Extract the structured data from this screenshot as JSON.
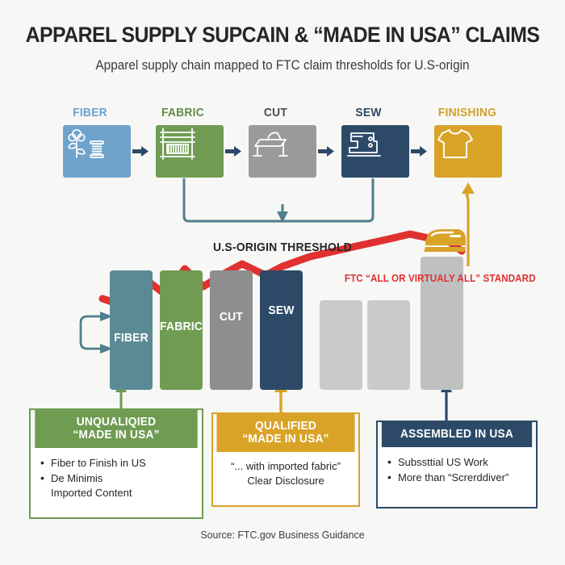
{
  "header": {
    "title": "APPAREL SUPPLY SUPCAIN & “MADE IN USA” CLAIMS",
    "subtitle": "Apparel supply chain mapped to FTC claim thresholds for U.S-origin"
  },
  "supply_chain": {
    "steps": [
      {
        "label": "FIBER",
        "color": "#6fa3cc",
        "icon": "cotton-plant-spool-icon"
      },
      {
        "label": "FABRIC",
        "color": "#6f9c52",
        "icon": "loom-icon"
      },
      {
        "label": "CUT",
        "color": "#9a9a9a",
        "icon": "cutting-table-icon"
      },
      {
        "label": "SEW",
        "color": "#2c4a68",
        "icon": "sewing-machine-icon"
      },
      {
        "label": "FINISHING",
        "color": "#d9a328",
        "icon": "tshirt-icon"
      }
    ],
    "connector_color": "#4f7f8c",
    "finishing_connector_color": "#d9a328"
  },
  "chart_data": {
    "type": "bar",
    "title": "U.S-ORIGIN THRESHOLD",
    "xlabel": "",
    "ylabel": "",
    "grid": false,
    "legend": "none",
    "ylim": [
      0,
      100
    ],
    "categories": [
      "FIBER",
      "FABRIC",
      "CUT",
      "SEW",
      "",
      "",
      ""
    ],
    "values": [
      78,
      78,
      78,
      78,
      65,
      65,
      89
    ],
    "bar_colors": [
      "#5c8a94",
      "#6f9c52",
      "#8e8e8e",
      "#2c4a68",
      "#c9cbcb",
      "#c9cbcb",
      "#bfc1c1"
    ],
    "bar_labels": [
      "FIBER",
      "FABRIC",
      "CUT",
      "SEW",
      "",
      "",
      ""
    ],
    "series": [
      {
        "name": "FTC “ALL OR VIRTUALY ALL” STANDARD",
        "type": "line",
        "color": "#e03030",
        "x": [
          0.0,
          0.35,
          1.0,
          1.5,
          2.0,
          2.5,
          3.0,
          3.6,
          4.3,
          5.0,
          5.6,
          6.2,
          6.8
        ],
        "values": [
          42,
          38,
          56,
          48,
          66,
          53,
          62,
          72,
          76,
          82,
          86,
          83,
          87
        ]
      }
    ],
    "annotations": [
      {
        "text": "FTC “ALL OR VIRTUALY ALL” STANDARD",
        "color": "#e03030"
      },
      {
        "text": "U.S-ORIGIN THRESHOLD",
        "color": "#262626"
      }
    ],
    "icons": [
      {
        "name": "iron-icon",
        "color": "#d9a328",
        "on_bar": 7
      }
    ]
  },
  "callouts": [
    {
      "id": "unqualified",
      "caption": "UNQUALIQIED\n“MADE IN USA”",
      "caption_line1": "UNQUALIQIED",
      "caption_line2": "“MADE IN USA”",
      "color": "#6f9c52",
      "style": "bullets",
      "items": [
        "Fiber to Finish in US",
        "De Minimis\nImported Content"
      ],
      "item1": "Fiber to Finish in US",
      "item2a": "De Minimis",
      "item2b": "Imported Content"
    },
    {
      "id": "qualified",
      "caption_line1": "QUALIFIED",
      "caption_line2": "“MADE IN USA”",
      "color": "#d9a328",
      "style": "centered",
      "line1": "“... with imported fabric”",
      "line2": "Clear Disclosure"
    },
    {
      "id": "assembled",
      "caption_line1": "ASSEMBLED IN USA",
      "color": "#2c4a68",
      "style": "bullets",
      "item1": "Subssttial US Work",
      "item2": "More than “Screrddiver”"
    }
  ],
  "footer": {
    "source": "Source: FTC.gov Business Guidance"
  }
}
